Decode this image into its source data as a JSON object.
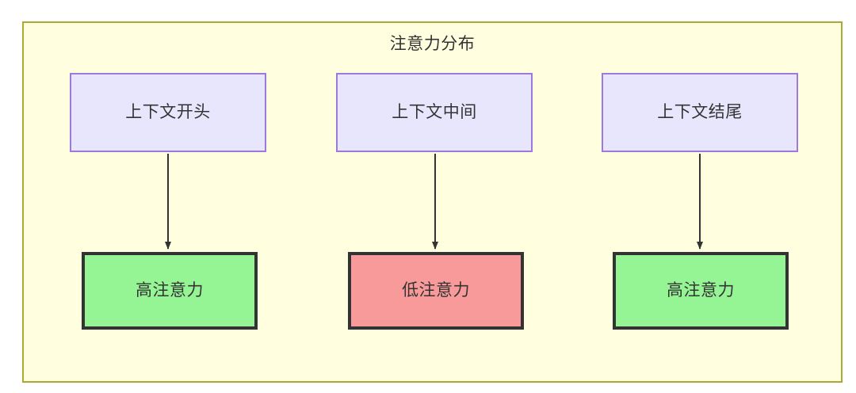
{
  "diagram": {
    "title": "注意力分布",
    "background_color": "#ffffe0",
    "border_color": "#aaaa33",
    "nodes": [
      {
        "id": "ctx-start",
        "label": "上下文开头",
        "fill": "#e8e6fd",
        "stroke": "#9d79dd"
      },
      {
        "id": "ctx-mid",
        "label": "上下文中间",
        "fill": "#e8e6fd",
        "stroke": "#9d79dd"
      },
      {
        "id": "ctx-end",
        "label": "上下文结尾",
        "fill": "#e8e6fd",
        "stroke": "#9d79dd"
      },
      {
        "id": "attn-1",
        "label": "高注意力",
        "fill": "#95f595",
        "stroke": "#333333"
      },
      {
        "id": "attn-2",
        "label": "低注意力",
        "fill": "#f99a9a",
        "stroke": "#333333"
      },
      {
        "id": "attn-3",
        "label": "高注意力",
        "fill": "#95f595",
        "stroke": "#333333"
      }
    ],
    "edges": [
      {
        "from": "ctx-start",
        "to": "attn-1",
        "label": "",
        "arrow": "arrow-down-icon"
      },
      {
        "from": "ctx-mid",
        "to": "attn-2",
        "label": "",
        "arrow": "arrow-down-icon"
      },
      {
        "from": "ctx-end",
        "to": "attn-3",
        "label": "",
        "arrow": "arrow-down-icon"
      }
    ]
  }
}
